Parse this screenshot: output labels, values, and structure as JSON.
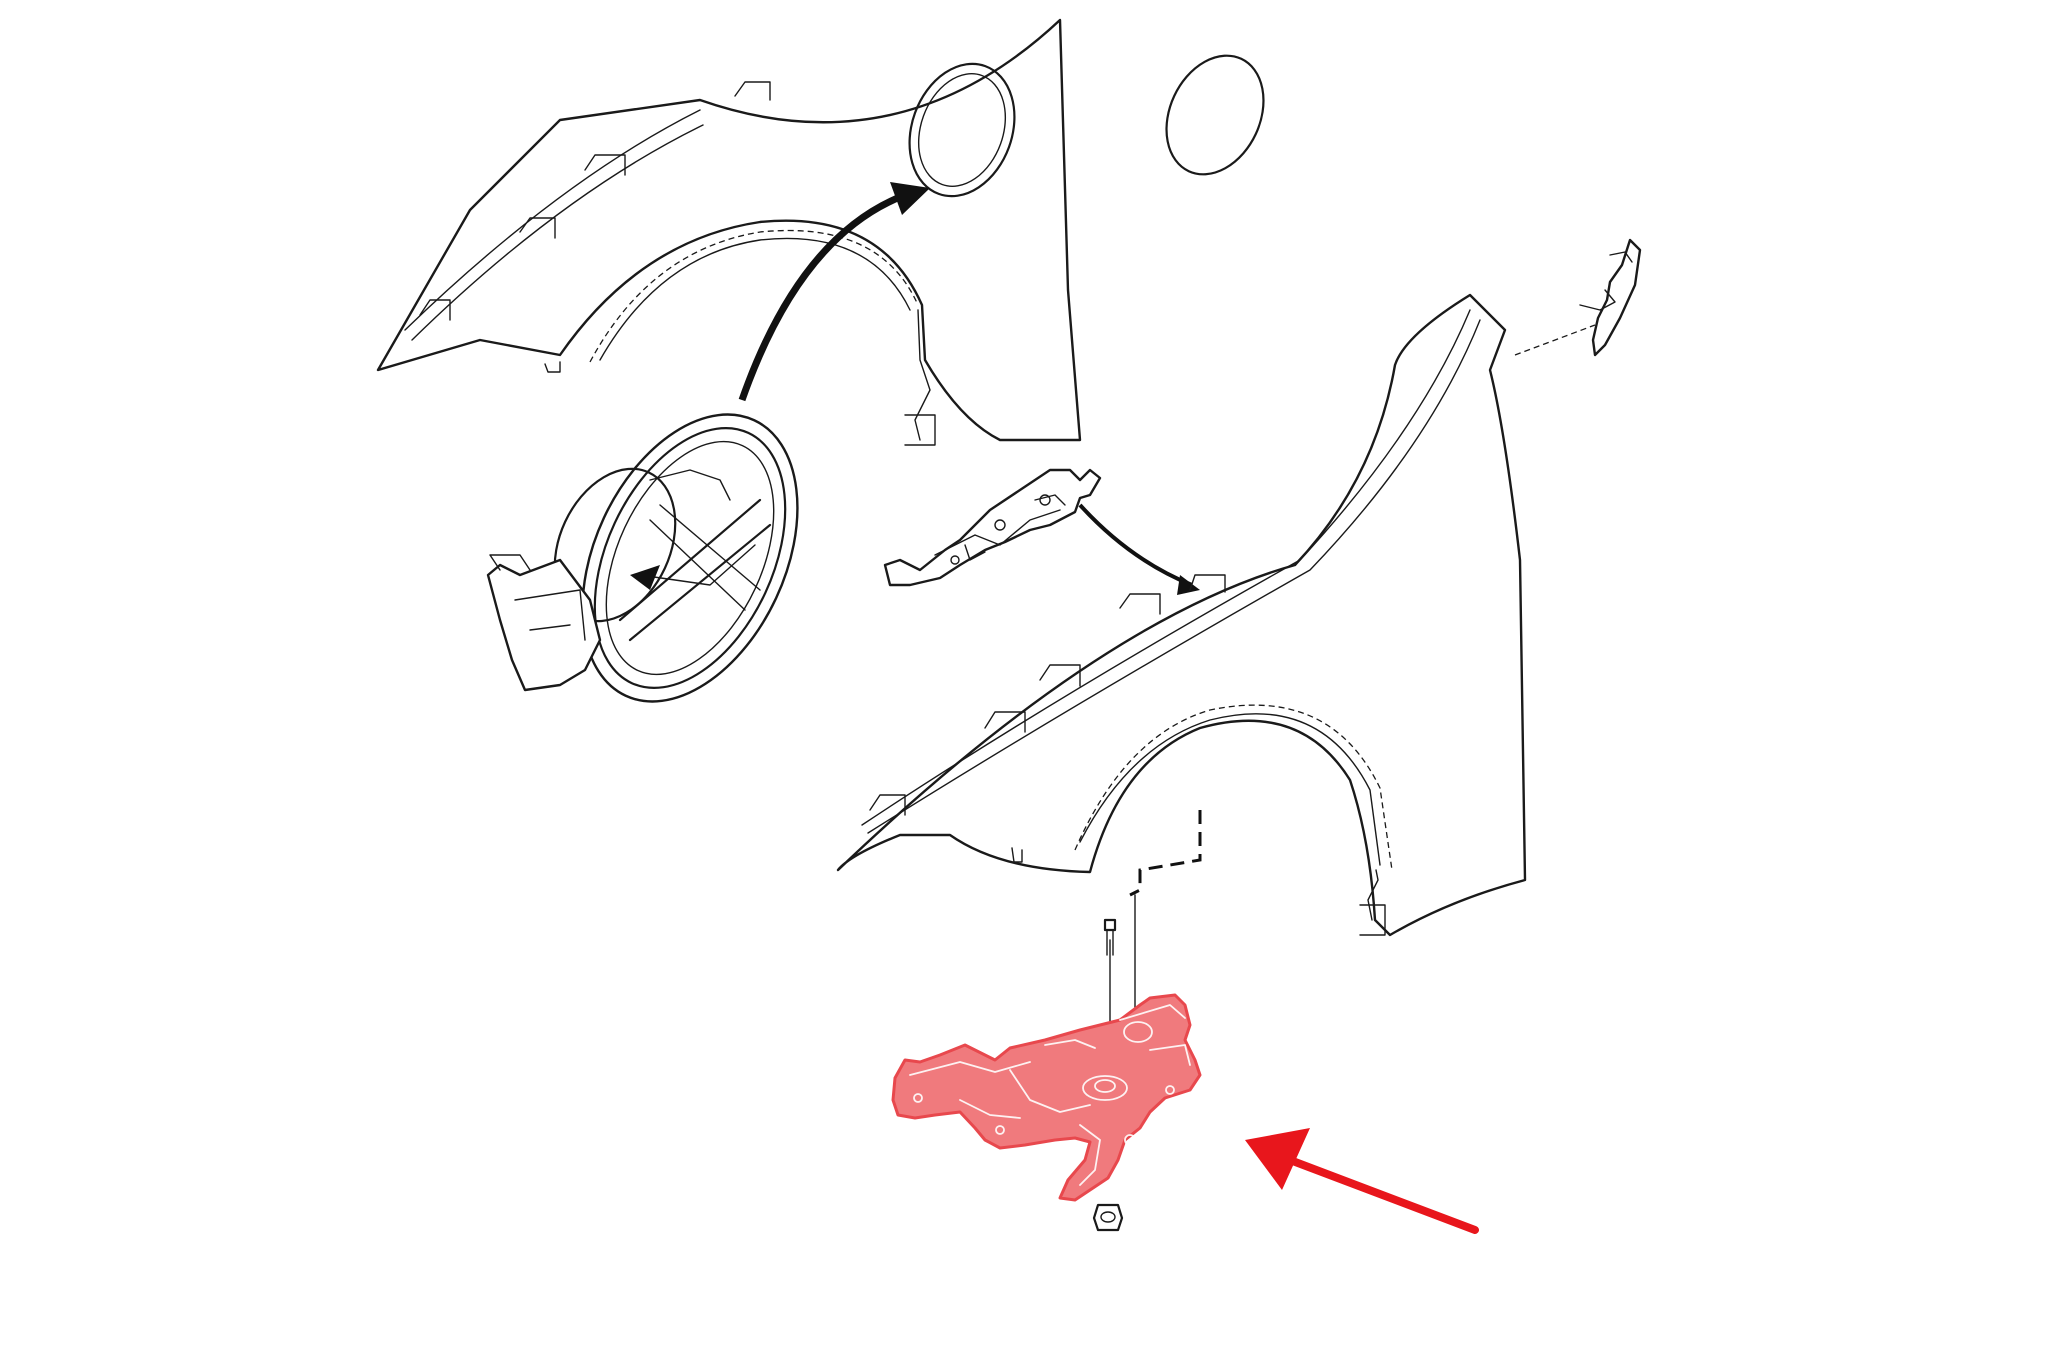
{
  "diagram": {
    "highlight_color": "#e8484d",
    "highlight_fill": "#f07a7d",
    "arrow_color": "#e8161c",
    "line_color": "#1a1a1a",
    "background": "#ffffff",
    "components": [
      {
        "name": "rear-quarter-panel",
        "highlighted": false
      },
      {
        "name": "fuel-filler-door-assembly",
        "highlighted": false
      },
      {
        "name": "fender-mounting-bracket",
        "highlighted": false
      },
      {
        "name": "front-fender-panel",
        "highlighted": false
      },
      {
        "name": "fender-end-trim-piece",
        "highlighted": false
      },
      {
        "name": "fender-support-bracket",
        "highlighted": true
      },
      {
        "name": "mounting-bolt",
        "highlighted": false
      },
      {
        "name": "mounting-nut",
        "highlighted": false
      }
    ]
  }
}
